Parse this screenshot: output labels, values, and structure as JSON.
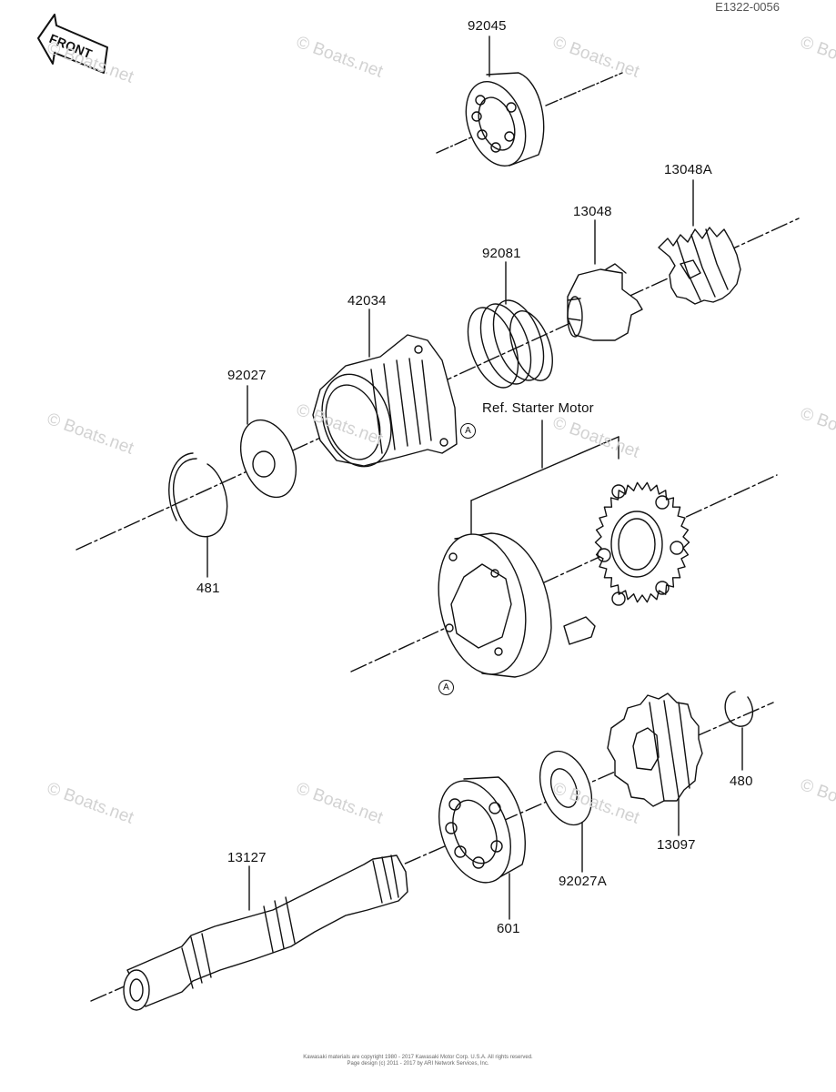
{
  "figure_id": "E1322-0056",
  "front_label": "FRONT",
  "reference_note": "Ref. Starter Motor",
  "ref_mark": "A",
  "part_numbers": {
    "p92045": "92045",
    "p13048A": "13048A",
    "p13048": "13048",
    "p92081": "92081",
    "p42034": "42034",
    "p92027": "92027",
    "p481": "481",
    "p480": "480",
    "p13097": "13097",
    "p92027A": "92027A",
    "p601": "601",
    "p13127": "13127"
  },
  "watermark": "© Boats.net",
  "copyright": {
    "line1": "Kawasaki materials are copyright 1980 - 2017 Kawasaki Motor Corp. U.S.A. All rights reserved.",
    "line2": "Page design (c) 2011 - 2017 by ARI Network Services, Inc."
  },
  "colors": {
    "line": "#111111",
    "watermark": "#d2d2d2",
    "background": "#ffffff"
  }
}
